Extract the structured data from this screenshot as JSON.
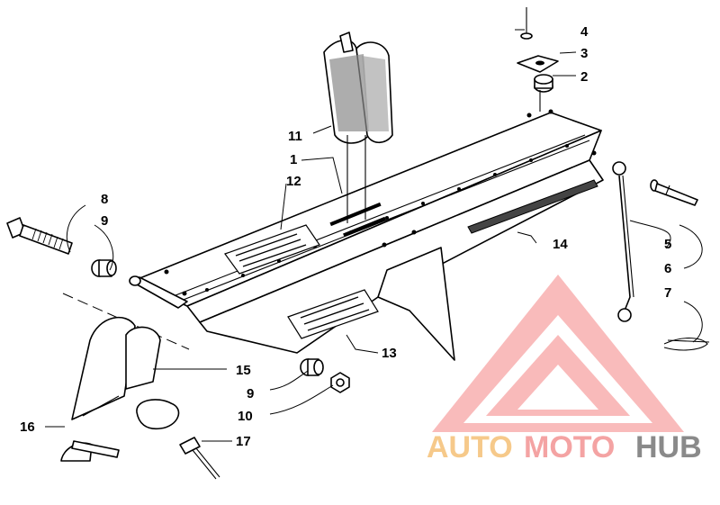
{
  "callouts": [
    {
      "id": "1",
      "text": "1"
    },
    {
      "id": "2",
      "text": "2"
    },
    {
      "id": "3",
      "text": "3"
    },
    {
      "id": "4",
      "text": "4"
    },
    {
      "id": "5",
      "text": "5"
    },
    {
      "id": "6",
      "text": "6"
    },
    {
      "id": "7",
      "text": "7"
    },
    {
      "id": "8",
      "text": "8"
    },
    {
      "id": "9a",
      "text": "9"
    },
    {
      "id": "9b",
      "text": "9"
    },
    {
      "id": "10",
      "text": "10"
    },
    {
      "id": "11",
      "text": "11"
    },
    {
      "id": "12",
      "text": "12"
    },
    {
      "id": "13",
      "text": "13"
    },
    {
      "id": "14",
      "text": "14"
    },
    {
      "id": "15",
      "text": "15"
    },
    {
      "id": "16",
      "text": "16"
    },
    {
      "id": "17",
      "text": "17"
    }
  ],
  "watermark": {
    "part1": "AUTO",
    "part2": "MOTO",
    "part3": "HUB",
    "color_auto": "#f6c98a",
    "color_moto": "#f4a3a3",
    "color_hub": "#8a8a8a",
    "logo_color": "#f26d6d"
  }
}
